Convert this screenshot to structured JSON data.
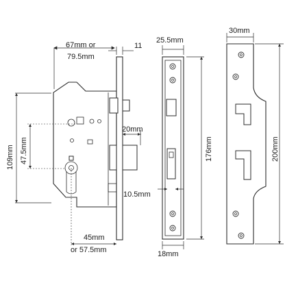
{
  "dimensions": {
    "case_width": "67mm or",
    "case_width_alt": "79.5mm",
    "forend_thickness": "11",
    "latch_projection": "20mm",
    "cylinder_centres": "47.5mm",
    "case_height": "109mm",
    "backset": "45mm",
    "backset_alt": "or 57.5mm",
    "forend_width": "25.5mm",
    "forend_height": "176mm",
    "bolt_offset": "10.5mm",
    "forend_bottom_width": "18mm",
    "keep_width": "30mm",
    "keep_height": "200mm"
  }
}
